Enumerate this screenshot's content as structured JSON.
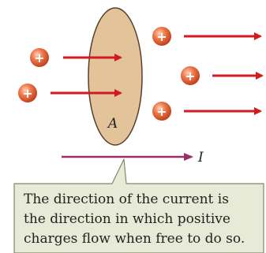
{
  "labels": {
    "area": "A",
    "current": "I",
    "charge_sign": "+"
  },
  "caption": {
    "lines": [
      "The direction of the current is",
      "the direction in which positive",
      "charges flow when free to do so."
    ]
  },
  "colors": {
    "surface_fill": "#e3c39a",
    "surface_stroke": "#5a3d2b",
    "charge_fill": "#e8673c",
    "arrow_red": "#d31a1f",
    "current_arrow": "#9a2f6e",
    "caption_fill": "#e6ead6",
    "caption_border": "#7f8a68"
  }
}
